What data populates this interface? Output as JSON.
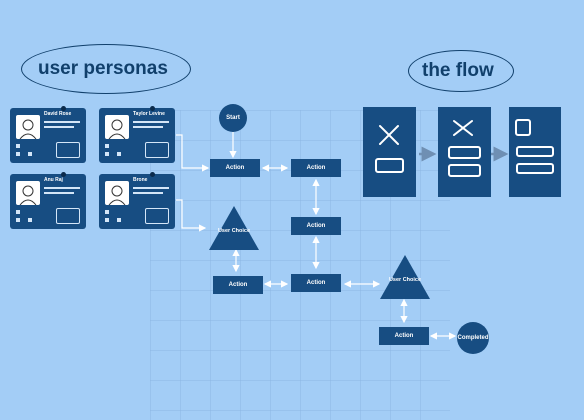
{
  "headings": {
    "user_personas": "user personas",
    "the_flow": "the flow"
  },
  "personas": [
    {
      "name": "David Rose"
    },
    {
      "name": "Taylor Levine"
    },
    {
      "name": "Anu Raj"
    },
    {
      "name": "Brone"
    }
  ],
  "flow_nodes": {
    "start": "Start",
    "action_1": "Action",
    "action_2": "Action",
    "user_choice_1": "User Choice",
    "action_3": "Action",
    "action_4": "Action",
    "action_5": "Action",
    "user_choice_2": "User Choice",
    "action_6": "Action",
    "completed": "Completed"
  },
  "colors": {
    "background": "#a3cdf6",
    "node": "#174d82",
    "ink": "#11406c"
  }
}
